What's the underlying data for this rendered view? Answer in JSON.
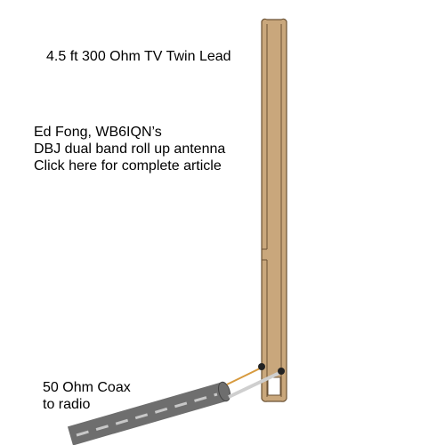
{
  "labels": {
    "twin_lead": "4.5 ft 300 Ohm TV Twin Lead",
    "author": "Ed Fong, WB6IQN’s",
    "antenna_name": "DBJ dual band roll up antenna",
    "article_link": "Click here for complete article",
    "coax_line1": "50 Ohm Coax",
    "coax_line2": "to radio"
  },
  "colors": {
    "twin_lead_fill": "#c9a77c",
    "twin_lead_outline": "#6b5234",
    "coax_jacket": "#6e6e6e",
    "coax_stripe": "#c8c8c8",
    "center_conductor": "#d79a3e",
    "shield_conductor": "#cfcfcf",
    "solder_point": "#222222"
  }
}
